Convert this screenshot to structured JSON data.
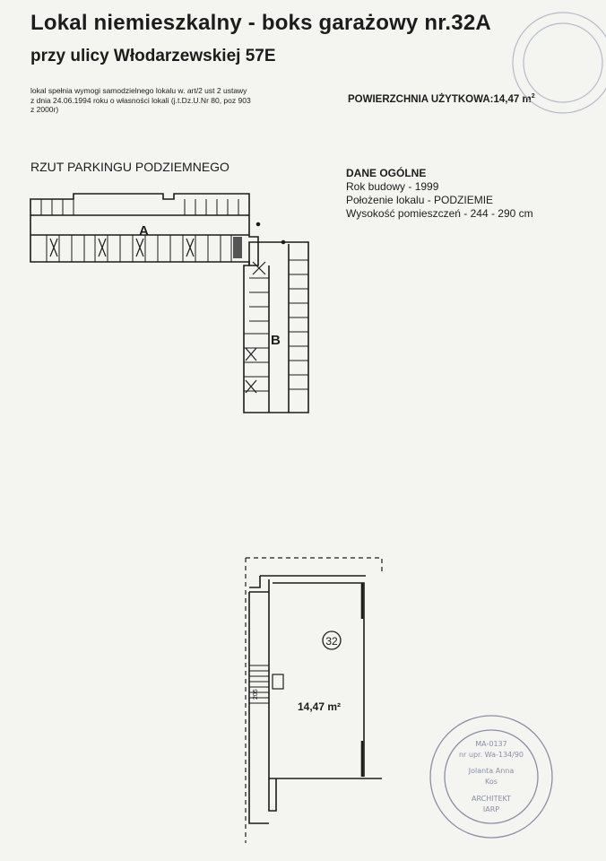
{
  "header": {
    "title": "Lokal niemieszkalny - boks garażowy  nr.32A",
    "subtitle": "przy ulicy Włodarzewskiej  57E"
  },
  "legal": {
    "line1": "lokal spełnia wymogi samodzielnego lokalu  w. art/2 ust 2 ustawy",
    "line2": "z dnia 24.06.1994 roku o własności lokali (j.t.Dz.U.Nr 80, poz 903",
    "line3": "z 2000r)"
  },
  "area": {
    "label": "POWIERZCHNIA UŻYTKOWA:",
    "value": "14,47 m",
    "unit_sup": "2"
  },
  "plan": {
    "heading": "RZUT PARKINGU PODZIEMNEGO",
    "zone_a": "A",
    "zone_b": "B"
  },
  "general_info": {
    "heading": "DANE OGÓLNE",
    "year_built": "Rok budowy - 1999",
    "location": "Położenie lokalu - PODZIEMIE",
    "height": "Wysokość pomieszczeń -  244 - 290 cm"
  },
  "unit_plan": {
    "unit_number": "32",
    "unit_area": "14,47 m²",
    "side_dim": "205"
  },
  "stamp": {
    "line1": "MA-0137",
    "line2": "nr upr. Wa-134/90",
    "line3": "Jolanta Anna",
    "line4": "Kos",
    "line5": "ARCHITEKT",
    "line6": "IARP"
  },
  "colors": {
    "paper": "#f4f4f1",
    "ink": "#1c1c1c",
    "stamp": "#8a8fa6"
  }
}
